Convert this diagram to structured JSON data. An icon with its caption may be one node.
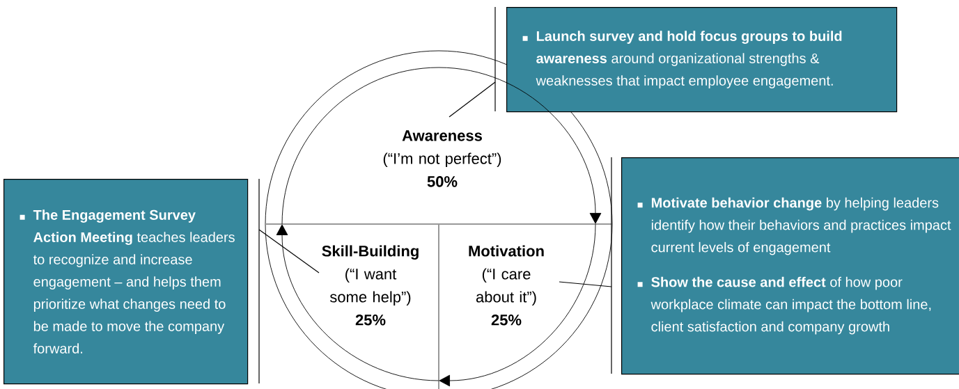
{
  "diagram": {
    "nodes": [
      {
        "text": [
          "Awareness",
          "(“I’m not perfect”)",
          "50%"
        ]
      },
      {
        "text": [
          "Skill-Building",
          "(“I want some help”)",
          "25%"
        ]
      },
      {
        "text": [
          "Motivation",
          "(“I care about it”)",
          "25%"
        ]
      },
      {
        "text": [
          "**Launch survey and hold focus groups to build awareness** around organizational strengths & weaknesses that impact employee engagement."
        ]
      },
      {
        "text": [
          "**Motivate behavior change** by helping leaders identify how their behaviors and practices impact current levels of engagement",
          "**Show the cause and effect** of how poor workplace climate can impact the bottom line, client satisfaction and company growth"
        ]
      },
      {
        "text": [
          "**The Engagement Survey Action Meeting** teaches leaders to recognize and increase engagement – and helps them prioritize what changes need to be made to move the company forward."
        ]
      }
    ],
    "edges": [
      {
        "from": 3,
        "to": 0,
        "arrow": "none"
      },
      {
        "from": 5,
        "to": 1,
        "arrow": "none"
      },
      {
        "from": 4,
        "to": 2,
        "arrow": "none"
      }
    ]
  }
}
